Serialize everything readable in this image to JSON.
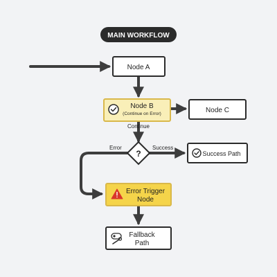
{
  "title": "MAIN WORKFLOW",
  "nodes": {
    "node_a": {
      "label": "Node A"
    },
    "node_b": {
      "label": "Node B",
      "sublabel": "(Continue on Error)",
      "icon": "check-circle-icon"
    },
    "node_c": {
      "label": "Node C"
    },
    "decision": {
      "label": "?"
    },
    "success_path": {
      "label": "Success Path",
      "icon": "check-circle-icon"
    },
    "error_trigger": {
      "line1": "Error Trigger",
      "line2": "Node",
      "icon": "warning-triangle-icon"
    },
    "fallback": {
      "line1": "Fallback",
      "line2": "Path",
      "icon": "fallback-tool-icon"
    }
  },
  "edge_labels": {
    "continue": "Continue",
    "error": "Error",
    "success": "Success"
  },
  "colors": {
    "background": "#f2f3f5",
    "line": "#3d3d3d",
    "title_bg": "#2b2b2b",
    "title_text": "#ffffff",
    "node_fill": "#ffffff",
    "highlight_fill": "#f9efb8",
    "highlight_border": "#d9b84a",
    "error_fill": "#f5d44a",
    "warning_red": "#d9362b"
  }
}
